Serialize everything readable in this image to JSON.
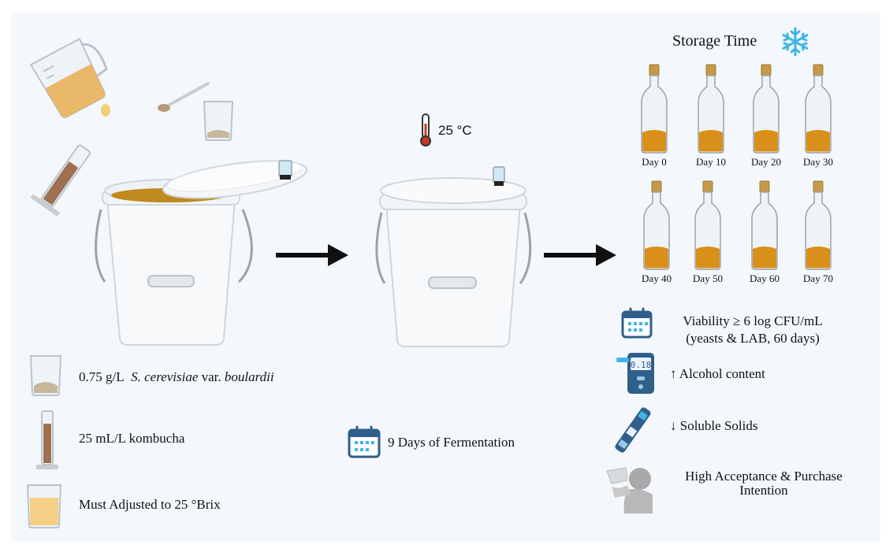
{
  "storage": {
    "title": "Storage Time",
    "days": [
      "Day 0",
      "Day 10",
      "Day 20",
      "Day 30",
      "Day 40",
      "Day 50",
      "Day 60",
      "Day 70"
    ]
  },
  "fermentation": {
    "temperature": "25 °C",
    "duration": "9 Days of Fermentation"
  },
  "inputs": {
    "yeast_amount": "0.75 g/L",
    "yeast_species": "S. cerevisiae",
    "yeast_var": "var.",
    "yeast_strain": "boulardii",
    "kombucha": "25 mL/L kombucha",
    "must": "Must Adjusted to 25 °Brix"
  },
  "results": {
    "viability_line1": "Viability ≥ 6 log CFU/mL",
    "viability_line2": "(yeasts & LAB, 60 days)",
    "meter_reading": "0.18",
    "alcohol": "↑ Alcohol content",
    "solids": "↓ Soluble Solids",
    "acceptance_line1": "High Acceptance & Purchase",
    "acceptance_line2": "Intention"
  },
  "colors": {
    "liquid": "#d9901a",
    "fermenting_must": "#c08a1e",
    "calendar": "#2f5f8a",
    "snowflake": "#3fb5e6",
    "thermometer": "#c0392b",
    "arrow": "#111111"
  }
}
